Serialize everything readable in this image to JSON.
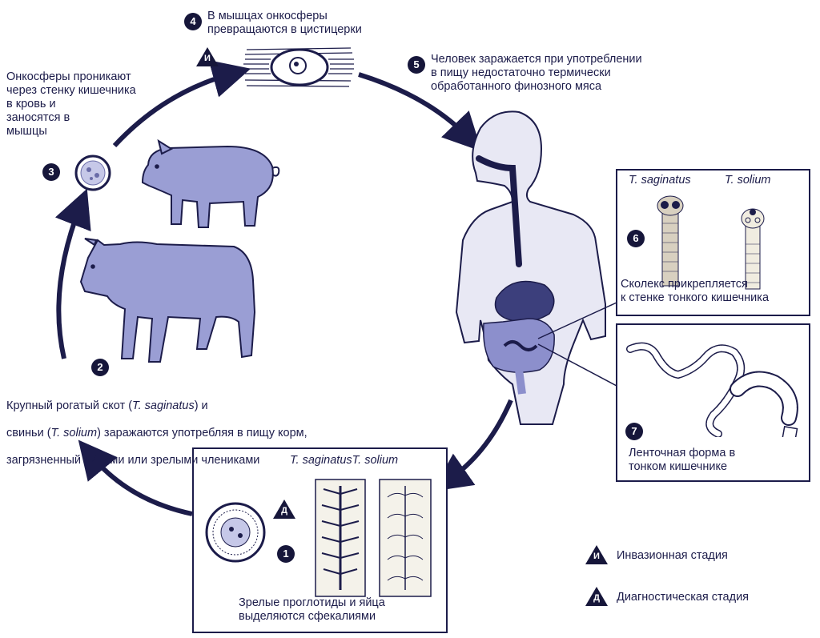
{
  "stages": {
    "s1": {
      "num": "1",
      "text": "Зрелые проглотиды и яйца\nвыделяются сфекалиями"
    },
    "s2": {
      "num": "2",
      "line1_a": "Крупный рогатый скот (",
      "line1_i": "T. saginatus",
      "line1_b": ") и",
      "line2_a": "свиньи (",
      "line2_i": "T. solium",
      "line2_b": ") заражаются употребляя в пищу корм,",
      "line3": "загрязненный яйцами или зрелыми члениками"
    },
    "s3": {
      "num": "3",
      "text": "Онкосферы проникают\nчерез стенку кишечника\nв кровь и\nзаносятся в\nмышцы"
    },
    "s4": {
      "num": "4",
      "text": "В мышцах онкосферы\nпревращаются в цистицерки"
    },
    "s5": {
      "num": "5",
      "text": "Человек заражается при употреблении\nв пищу недостаточно термически\nобработанного финозного  мяса"
    },
    "s6": {
      "num": "6",
      "text": "Сколекс прикрепляется\nк стенке тонкого кишечника"
    },
    "s7": {
      "num": "7",
      "text": "Ленточная форма в\nтонком кишечнике"
    }
  },
  "species": {
    "saginatus": "T. saginatus",
    "solium": "T. solium",
    "pair_label": "T. saginatusT. solium"
  },
  "markers": {
    "invasive": "И",
    "diagnostic": "Д"
  },
  "legend": {
    "invasive": "Инвазионная стадия",
    "diagnostic": "Диагностическая стадия"
  },
  "colors": {
    "ink": "#1c1c4a",
    "animal": "#9a9ed4",
    "human": "#e8e8f4",
    "gut": "#8c8fcc",
    "dark": "#16163a"
  }
}
